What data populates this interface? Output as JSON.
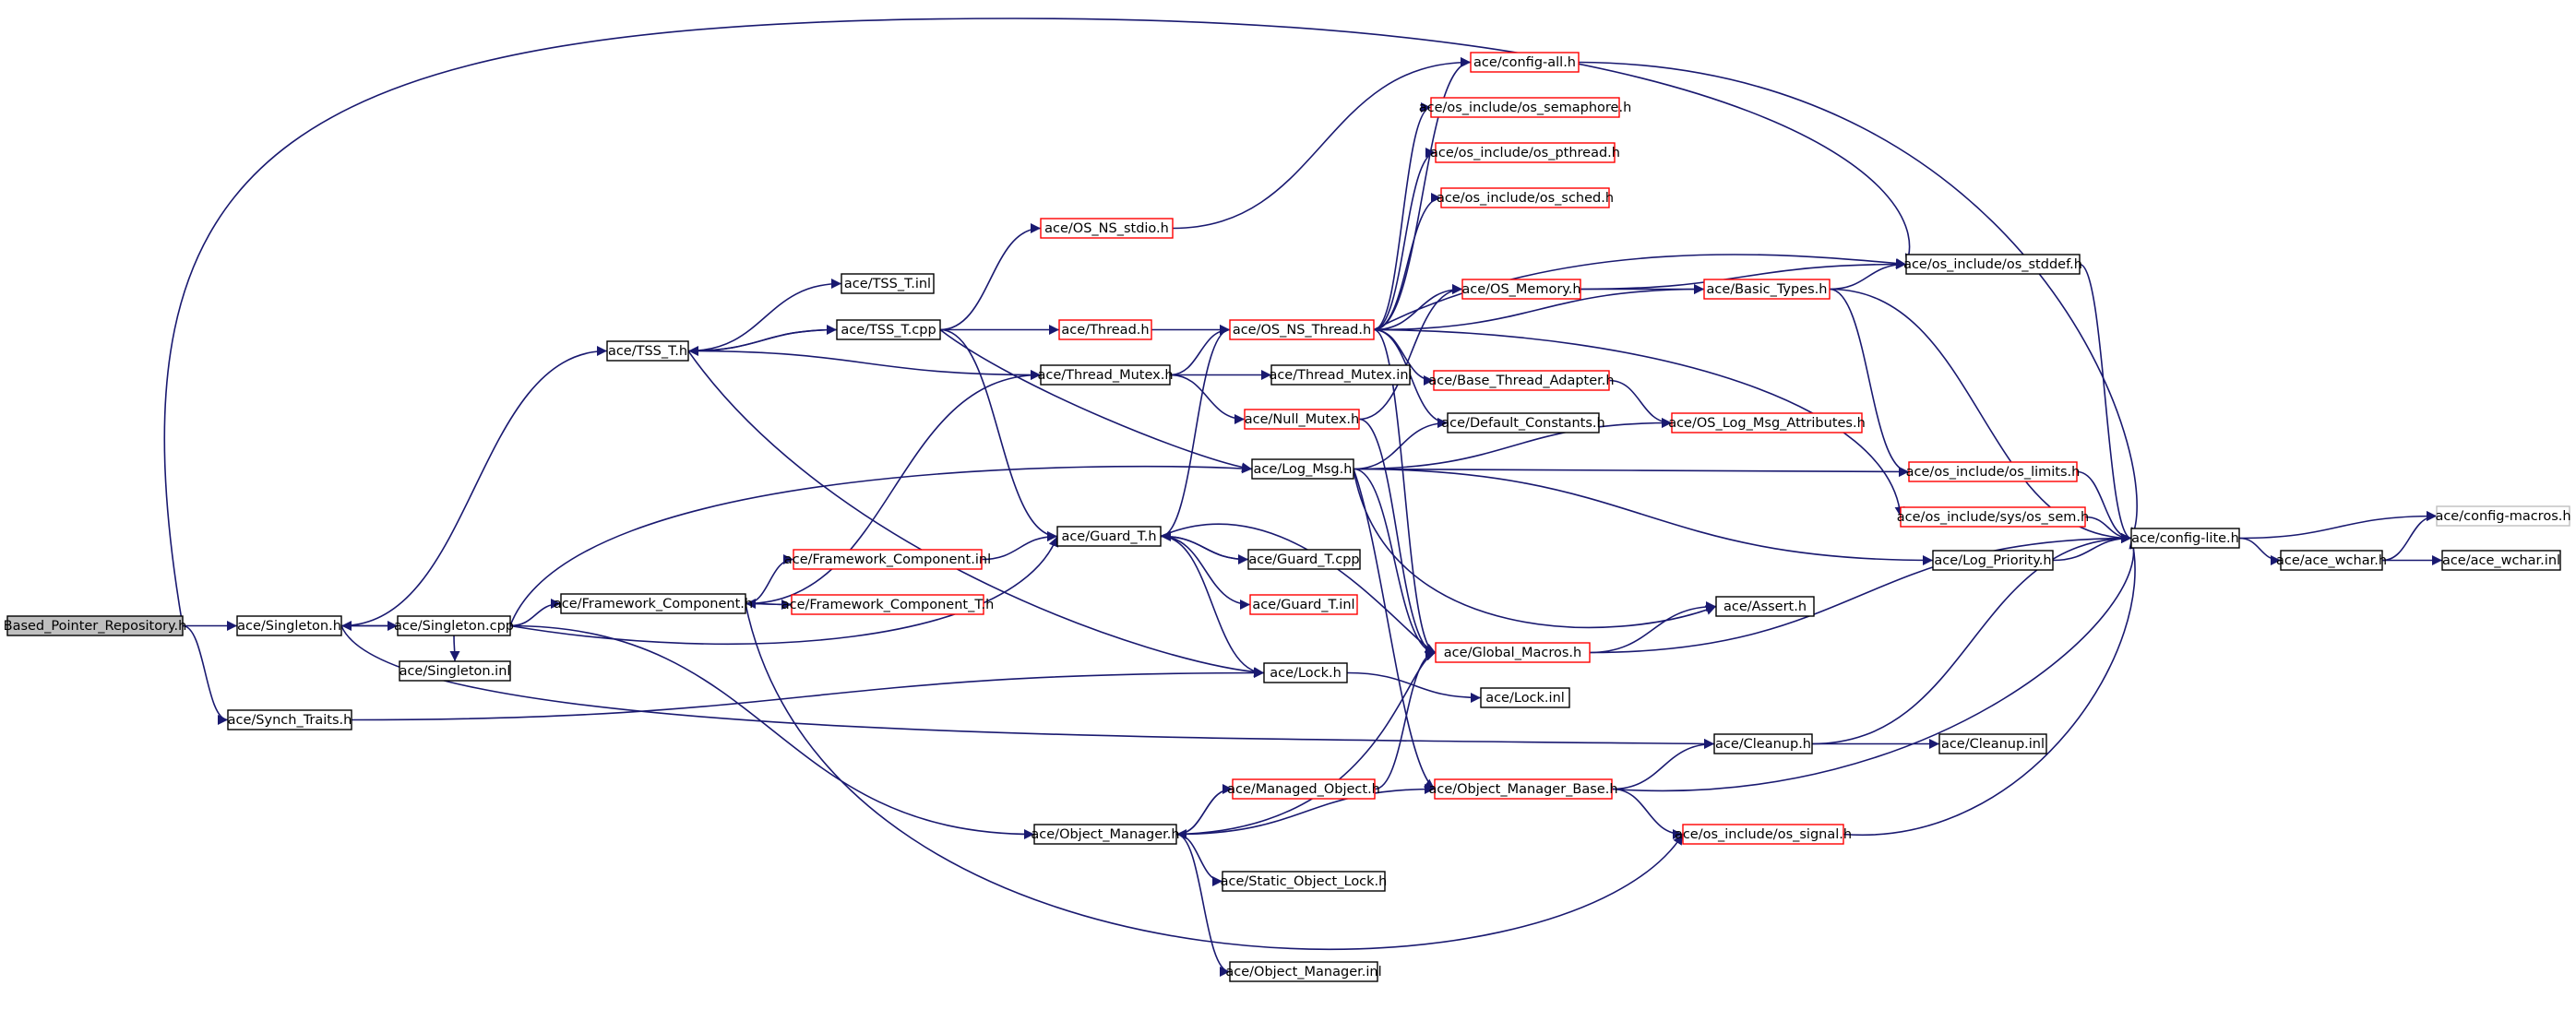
{
  "diagram": {
    "nodes": [
      {
        "id": "root",
        "label": "Based_Pointer_Repository.h",
        "border": "root"
      },
      {
        "id": "singleton_h",
        "label": "ace/Singleton.h",
        "border": "black"
      },
      {
        "id": "singleton_cpp",
        "label": "ace/Singleton.cpp",
        "border": "black"
      },
      {
        "id": "singleton_inl",
        "label": "ace/Singleton.inl",
        "border": "black"
      },
      {
        "id": "synch_traits",
        "label": "ace/Synch_Traits.h",
        "border": "black"
      },
      {
        "id": "tss_t_h",
        "label": "ace/TSS_T.h",
        "border": "black"
      },
      {
        "id": "tss_t_inl",
        "label": "ace/TSS_T.inl",
        "border": "black"
      },
      {
        "id": "tss_t_cpp",
        "label": "ace/TSS_T.cpp",
        "border": "black"
      },
      {
        "id": "framework_component_h",
        "label": "ace/Framework_Component.h",
        "border": "black"
      },
      {
        "id": "framework_component_inl",
        "label": "ace/Framework_Component.inl",
        "border": "red"
      },
      {
        "id": "framework_component_t_h",
        "label": "ace/Framework_Component_T.h",
        "border": "red"
      },
      {
        "id": "os_ns_stdio",
        "label": "ace/OS_NS_stdio.h",
        "border": "red"
      },
      {
        "id": "thread_h",
        "label": "ace/Thread.h",
        "border": "red"
      },
      {
        "id": "thread_mutex_h",
        "label": "ace/Thread_Mutex.h",
        "border": "black"
      },
      {
        "id": "guard_t_h",
        "label": "ace/Guard_T.h",
        "border": "black"
      },
      {
        "id": "object_manager_h",
        "label": "ace/Object_Manager.h",
        "border": "black"
      },
      {
        "id": "config_all",
        "label": "ace/config-all.h",
        "border": "red"
      },
      {
        "id": "os_semaphore",
        "label": "ace/os_include/os_semaphore.h",
        "border": "red"
      },
      {
        "id": "os_pthread",
        "label": "ace/os_include/os_pthread.h",
        "border": "red"
      },
      {
        "id": "os_sched",
        "label": "ace/os_include/os_sched.h",
        "border": "red"
      },
      {
        "id": "os_ns_thread",
        "label": "ace/OS_NS_Thread.h",
        "border": "red"
      },
      {
        "id": "thread_mutex_inl",
        "label": "ace/Thread_Mutex.inl",
        "border": "black"
      },
      {
        "id": "null_mutex",
        "label": "ace/Null_Mutex.h",
        "border": "red"
      },
      {
        "id": "log_msg",
        "label": "ace/Log_Msg.h",
        "border": "black"
      },
      {
        "id": "guard_t_cpp",
        "label": "ace/Guard_T.cpp",
        "border": "black"
      },
      {
        "id": "guard_t_inl",
        "label": "ace/Guard_T.inl",
        "border": "red"
      },
      {
        "id": "lock_h",
        "label": "ace/Lock.h",
        "border": "black"
      },
      {
        "id": "managed_object",
        "label": "ace/Managed_Object.h",
        "border": "red"
      },
      {
        "id": "static_object_lock",
        "label": "ace/Static_Object_Lock.h",
        "border": "black"
      },
      {
        "id": "object_manager_inl",
        "label": "ace/Object_Manager.inl",
        "border": "black"
      },
      {
        "id": "os_memory",
        "label": "ace/OS_Memory.h",
        "border": "red"
      },
      {
        "id": "base_thread_adapter",
        "label": "ace/Base_Thread_Adapter.h",
        "border": "red"
      },
      {
        "id": "default_constants",
        "label": "ace/Default_Constants.h",
        "border": "black"
      },
      {
        "id": "global_macros",
        "label": "ace/Global_Macros.h",
        "border": "red"
      },
      {
        "id": "lock_inl",
        "label": "ace/Lock.inl",
        "border": "black"
      },
      {
        "id": "object_manager_base",
        "label": "ace/Object_Manager_Base.h",
        "border": "red"
      },
      {
        "id": "basic_types",
        "label": "ace/Basic_Types.h",
        "border": "red"
      },
      {
        "id": "os_log_msg_attributes",
        "label": "ace/OS_Log_Msg_Attributes.h",
        "border": "red"
      },
      {
        "id": "assert_h",
        "label": "ace/Assert.h",
        "border": "black"
      },
      {
        "id": "cleanup_h",
        "label": "ace/Cleanup.h",
        "border": "black"
      },
      {
        "id": "os_signal",
        "label": "ace/os_include/os_signal.h",
        "border": "red"
      },
      {
        "id": "os_stddef",
        "label": "ace/os_include/os_stddef.h",
        "border": "black"
      },
      {
        "id": "os_limits",
        "label": "ace/os_include/os_limits.h",
        "border": "red"
      },
      {
        "id": "os_sem",
        "label": "ace/os_include/sys/os_sem.h",
        "border": "red"
      },
      {
        "id": "log_priority",
        "label": "ace/Log_Priority.h",
        "border": "black"
      },
      {
        "id": "cleanup_inl",
        "label": "ace/Cleanup.inl",
        "border": "black"
      },
      {
        "id": "config_lite",
        "label": "ace/config-lite.h",
        "border": "black"
      },
      {
        "id": "ace_wchar_h",
        "label": "ace/ace_wchar.h",
        "border": "black"
      },
      {
        "id": "config_macros",
        "label": "ace/config-macros.h",
        "border": "gray"
      },
      {
        "id": "ace_wchar_inl",
        "label": "ace/ace_wchar.inl",
        "border": "black"
      }
    ],
    "edges": [
      {
        "from": "root",
        "to": "singleton_h"
      },
      {
        "from": "root",
        "to": "synch_traits"
      },
      {
        "from": "root",
        "to": "os_stddef"
      },
      {
        "from": "singleton_h",
        "to": "singleton_cpp"
      },
      {
        "from": "singleton_h",
        "to": "tss_t_h"
      },
      {
        "from": "singleton_h",
        "to": "cleanup_h"
      },
      {
        "from": "singleton_cpp",
        "to": "singleton_h"
      },
      {
        "from": "singleton_cpp",
        "to": "singleton_inl"
      },
      {
        "from": "singleton_cpp",
        "to": "framework_component_h"
      },
      {
        "from": "singleton_cpp",
        "to": "object_manager_h"
      },
      {
        "from": "singleton_cpp",
        "to": "guard_t_h"
      },
      {
        "from": "singleton_cpp",
        "to": "log_msg"
      },
      {
        "from": "synch_traits",
        "to": "lock_h"
      },
      {
        "from": "tss_t_h",
        "to": "tss_t_inl"
      },
      {
        "from": "tss_t_h",
        "to": "tss_t_cpp"
      },
      {
        "from": "tss_t_h",
        "to": "thread_mutex_h"
      },
      {
        "from": "tss_t_h",
        "to": "lock_h"
      },
      {
        "from": "tss_t_cpp",
        "to": "tss_t_h"
      },
      {
        "from": "tss_t_cpp",
        "to": "thread_h"
      },
      {
        "from": "tss_t_cpp",
        "to": "os_ns_stdio"
      },
      {
        "from": "tss_t_cpp",
        "to": "log_msg"
      },
      {
        "from": "tss_t_cpp",
        "to": "guard_t_h"
      },
      {
        "from": "framework_component_h",
        "to": "framework_component_inl"
      },
      {
        "from": "framework_component_h",
        "to": "framework_component_t_h"
      },
      {
        "from": "framework_component_h",
        "to": "thread_mutex_h"
      },
      {
        "from": "framework_component_h",
        "to": "os_signal"
      },
      {
        "from": "framework_component_t_h",
        "to": "framework_component_h"
      },
      {
        "from": "framework_component_inl",
        "to": "guard_t_h"
      },
      {
        "from": "os_ns_stdio",
        "to": "config_all"
      },
      {
        "from": "thread_h",
        "to": "os_ns_thread"
      },
      {
        "from": "thread_mutex_h",
        "to": "os_ns_thread"
      },
      {
        "from": "thread_mutex_h",
        "to": "thread_mutex_inl"
      },
      {
        "from": "thread_mutex_h",
        "to": "null_mutex"
      },
      {
        "from": "guard_t_h",
        "to": "guard_t_cpp"
      },
      {
        "from": "guard_t_h",
        "to": "guard_t_inl"
      },
      {
        "from": "guard_t_h",
        "to": "lock_h"
      },
      {
        "from": "guard_t_h",
        "to": "global_macros"
      },
      {
        "from": "guard_t_h",
        "to": "os_ns_thread"
      },
      {
        "from": "guard_t_cpp",
        "to": "guard_t_h"
      },
      {
        "from": "object_manager_h",
        "to": "managed_object"
      },
      {
        "from": "object_manager_h",
        "to": "static_object_lock"
      },
      {
        "from": "object_manager_h",
        "to": "object_manager_inl"
      },
      {
        "from": "object_manager_h",
        "to": "object_manager_base"
      },
      {
        "from": "object_manager_h",
        "to": "global_macros"
      },
      {
        "from": "managed_object",
        "to": "object_manager_h"
      },
      {
        "from": "managed_object",
        "to": "global_macros"
      },
      {
        "from": "null_mutex",
        "to": "os_memory"
      },
      {
        "from": "null_mutex",
        "to": "global_macros"
      },
      {
        "from": "os_ns_thread",
        "to": "config_all"
      },
      {
        "from": "os_ns_thread",
        "to": "os_semaphore"
      },
      {
        "from": "os_ns_thread",
        "to": "os_pthread"
      },
      {
        "from": "os_ns_thread",
        "to": "os_sched"
      },
      {
        "from": "os_ns_thread",
        "to": "os_memory"
      },
      {
        "from": "os_ns_thread",
        "to": "base_thread_adapter"
      },
      {
        "from": "os_ns_thread",
        "to": "default_constants"
      },
      {
        "from": "os_ns_thread",
        "to": "global_macros"
      },
      {
        "from": "os_ns_thread",
        "to": "basic_types"
      },
      {
        "from": "os_ns_thread",
        "to": "os_sem"
      },
      {
        "from": "os_ns_thread",
        "to": "os_stddef"
      },
      {
        "from": "log_msg",
        "to": "default_constants"
      },
      {
        "from": "log_msg",
        "to": "os_log_msg_attributes"
      },
      {
        "from": "log_msg",
        "to": "os_limits"
      },
      {
        "from": "log_msg",
        "to": "log_priority"
      },
      {
        "from": "log_msg",
        "to": "global_macros"
      },
      {
        "from": "log_msg",
        "to": "assert_h"
      },
      {
        "from": "log_msg",
        "to": "object_manager_base"
      },
      {
        "from": "lock_h",
        "to": "lock_inl"
      },
      {
        "from": "os_memory",
        "to": "basic_types"
      },
      {
        "from": "os_memory",
        "to": "os_stddef"
      },
      {
        "from": "base_thread_adapter",
        "to": "os_log_msg_attributes"
      },
      {
        "from": "global_macros",
        "to": "assert_h"
      },
      {
        "from": "global_macros",
        "to": "config_lite"
      },
      {
        "from": "object_manager_base",
        "to": "cleanup_h"
      },
      {
        "from": "object_manager_base",
        "to": "os_signal"
      },
      {
        "from": "object_manager_base",
        "to": "config_lite"
      },
      {
        "from": "basic_types",
        "to": "os_stddef"
      },
      {
        "from": "basic_types",
        "to": "os_limits"
      },
      {
        "from": "basic_types",
        "to": "config_lite"
      },
      {
        "from": "cleanup_h",
        "to": "cleanup_inl"
      },
      {
        "from": "cleanup_h",
        "to": "config_lite"
      },
      {
        "from": "os_signal",
        "to": "config_lite"
      },
      {
        "from": "os_stddef",
        "to": "config_lite"
      },
      {
        "from": "os_limits",
        "to": "config_lite"
      },
      {
        "from": "os_sem",
        "to": "config_lite"
      },
      {
        "from": "log_priority",
        "to": "config_lite"
      },
      {
        "from": "config_all",
        "to": "config_lite"
      },
      {
        "from": "config_lite",
        "to": "ace_wchar_h"
      },
      {
        "from": "config_lite",
        "to": "config_macros"
      },
      {
        "from": "ace_wchar_h",
        "to": "ace_wchar_inl"
      },
      {
        "from": "ace_wchar_h",
        "to": "config_macros"
      }
    ]
  }
}
